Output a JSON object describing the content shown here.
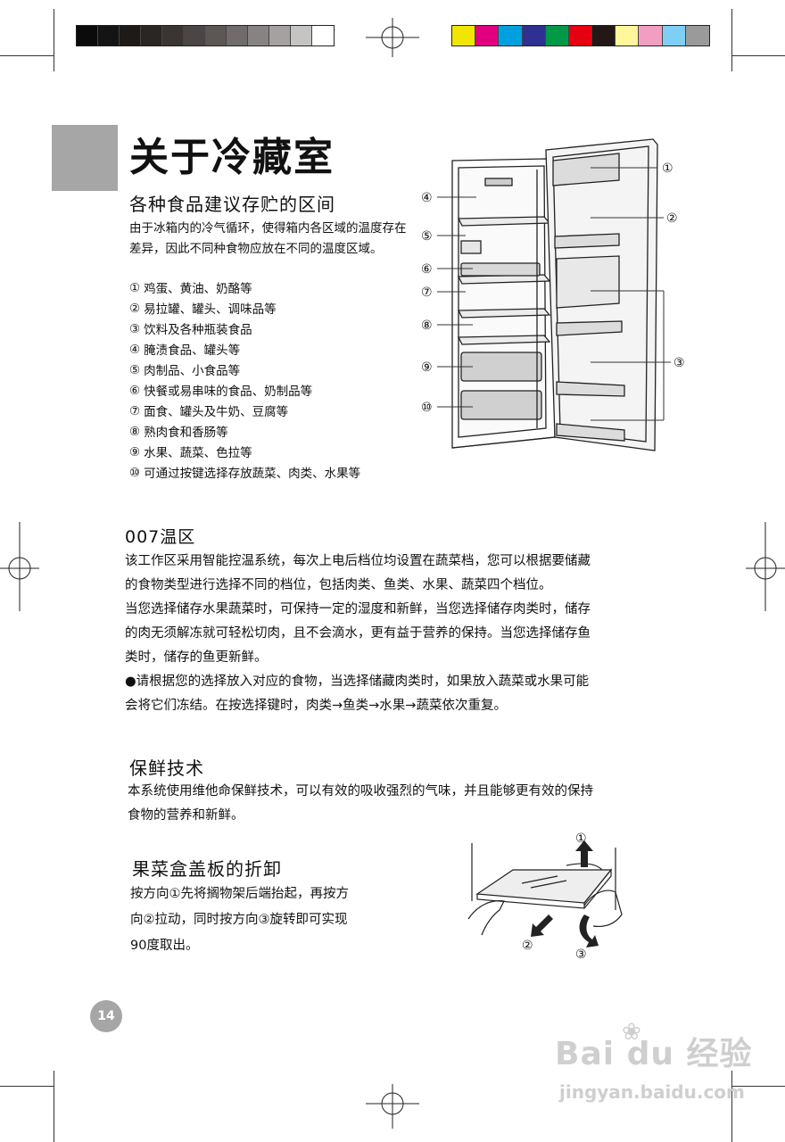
{
  "calibration": {
    "grayscale": [
      "#0b0b0b",
      "#141414",
      "#1d1a17",
      "#2a2624",
      "#3a3533",
      "#4b4645",
      "#5c5655",
      "#716c6b",
      "#888383",
      "#a5a1a1",
      "#c6c3c3",
      "#ffffff"
    ],
    "colors": [
      "#f2e600",
      "#e0007e",
      "#00a0e0",
      "#2e3192",
      "#009946",
      "#e60012",
      "#231815",
      "#fff799",
      "#f19ec2",
      "#7fcef4",
      "#9a9a9a"
    ]
  },
  "header": {
    "title": "关于冷藏室",
    "block_color": "#a6a6a6"
  },
  "storage": {
    "heading": "各种食品建议存贮的区间",
    "intro": "由于冰箱内的冷气循环，使得箱内各区域的温度存在差异，因此不同种食物应放在不同的温度区域。",
    "items": [
      {
        "num": "①",
        "text": "鸡蛋、黄油、奶酪等"
      },
      {
        "num": "②",
        "text": "易拉罐、罐头、调味品等"
      },
      {
        "num": "③",
        "text": "饮料及各种瓶装食品"
      },
      {
        "num": "④",
        "text": "腌渍食品、罐头等"
      },
      {
        "num": "⑤",
        "text": "肉制品、小食品等"
      },
      {
        "num": "⑥",
        "text": "快餐或易串味的食品、奶制品等"
      },
      {
        "num": "⑦",
        "text": "面食、罐头及牛奶、豆腐等"
      },
      {
        "num": "⑧",
        "text": "熟肉食和香肠等"
      },
      {
        "num": "⑨",
        "text": "水果、蔬菜、色拉等"
      },
      {
        "num": "⑩",
        "text": "可通过按键选择存放蔬菜、肉类、水果等"
      }
    ]
  },
  "diagram_fridge": {
    "labels_left": [
      "④",
      "⑤",
      "⑥",
      "⑦",
      "⑧",
      "⑨",
      "⑩"
    ],
    "labels_right": [
      "①",
      "②",
      "③"
    ]
  },
  "zone007": {
    "heading": "007温区",
    "lines": [
      "该工作区采用智能控温系统，每次上电后档位均设置在蔬菜档，您可以根据要储藏",
      "的食物类型进行选择不同的档位，包括肉类、鱼类、水果、蔬菜四个档位。",
      "当您选择储存水果蔬菜时，可保持一定的湿度和新鲜，当您选择储存肉类时，储存",
      "的肉无须解冻就可轻松切肉，且不会滴水，更有益于营养的保持。当您选择储存鱼",
      "类时，储存的鱼更新鲜。",
      "●请根据您的选择放入对应的食物，当选择储藏肉类时，如果放入蔬菜或水果可能",
      "会将它们冻结。在按选择键时，肉类→鱼类→水果→蔬菜依次重复。"
    ]
  },
  "fresh": {
    "heading": "保鲜技术",
    "lines": [
      "本系统使用维他命保鲜技术，可以有效的吸收强烈的气味，并且能够更有效的保持",
      "食物的营养和新鲜。"
    ]
  },
  "crisper": {
    "heading": "果菜盒盖板的折卸",
    "lines": [
      "按方向①先将搁物架后端抬起，再按方",
      "向②拉动，同时按方向③旋转即可实现",
      "90度取出。"
    ],
    "labels": [
      "①",
      "②",
      "③"
    ]
  },
  "footer": {
    "page_number": "14",
    "watermark_logo": "Bai du 经验",
    "watermark_url": "jingyan.baidu.com"
  }
}
